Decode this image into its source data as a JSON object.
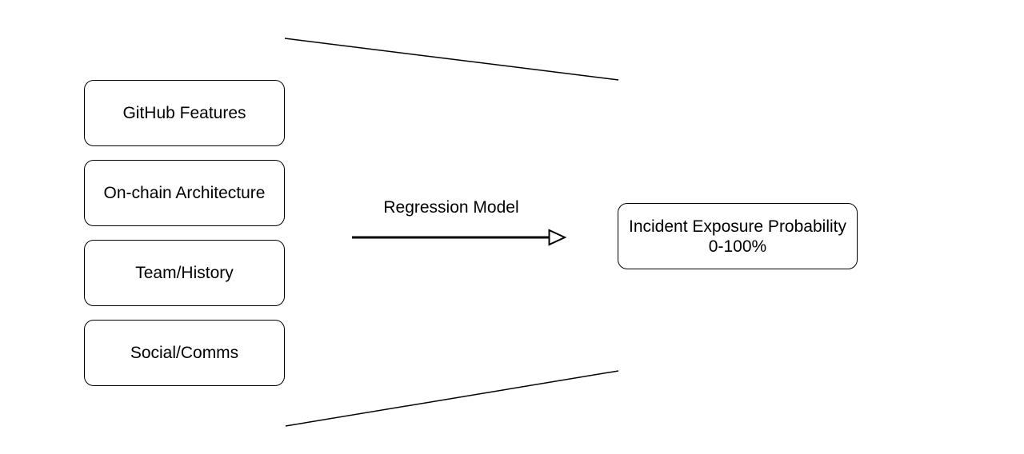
{
  "diagram": {
    "background_color": "#ffffff",
    "stroke_color": "#000000",
    "node_fill_color": "#ffffff",
    "text_color": "#000000",
    "inputs": [
      {
        "label": "GitHub Features"
      },
      {
        "label": "On-chain Architecture"
      },
      {
        "label": "Team/History"
      },
      {
        "label": "Social/Comms"
      }
    ],
    "process": {
      "label": "Regression Model"
    },
    "output": {
      "line1": "Incident Exposure Probability",
      "line2": "0-100%"
    }
  }
}
